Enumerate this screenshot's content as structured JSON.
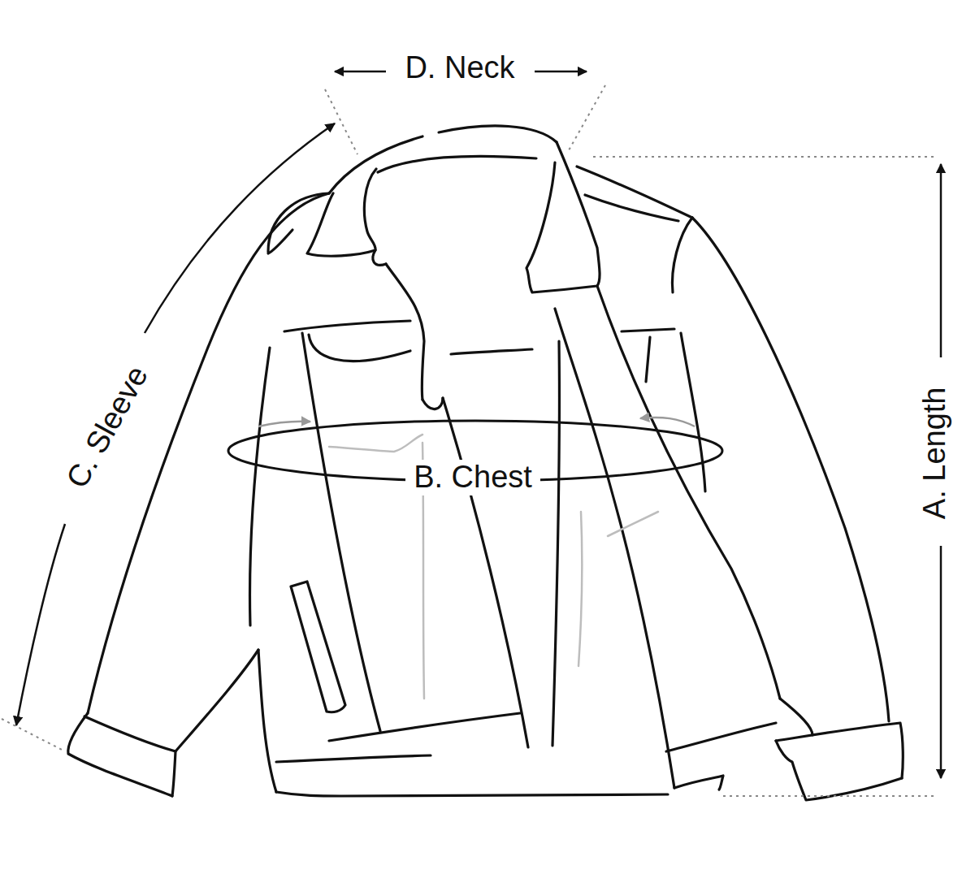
{
  "diagram": {
    "labels": [
      "D. Neck",
      "C. Sleeve",
      "B. Chest",
      "A. Length"
    ]
  }
}
